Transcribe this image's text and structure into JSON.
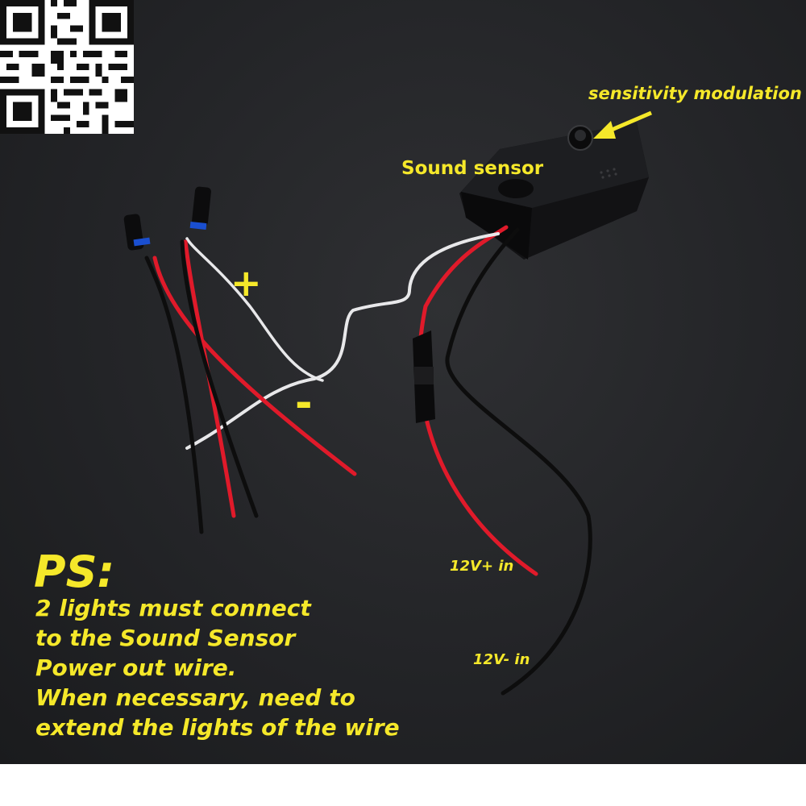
{
  "labels": {
    "sensitivity": "sensitivity modulation",
    "sound_sensor": "Sound sensor",
    "plus": "+",
    "minus": "-",
    "v_plus_in": "12V+ in",
    "v_minus_in": "12V- in"
  },
  "note": {
    "title": "PS:",
    "lines": [
      "2 lights must connect",
      "to the Sound Sensor",
      "Power out wire.",
      "When necessary, need to",
      "extend the lights of the wire"
    ]
  },
  "colors": {
    "annotation": "#f5e82a",
    "wire_red": "#e01a2a",
    "wire_black": "#0d0d0d",
    "wire_white": "#e8e8ea",
    "background": "#242528"
  },
  "icons": [
    "qr-code",
    "arrow-icon"
  ]
}
